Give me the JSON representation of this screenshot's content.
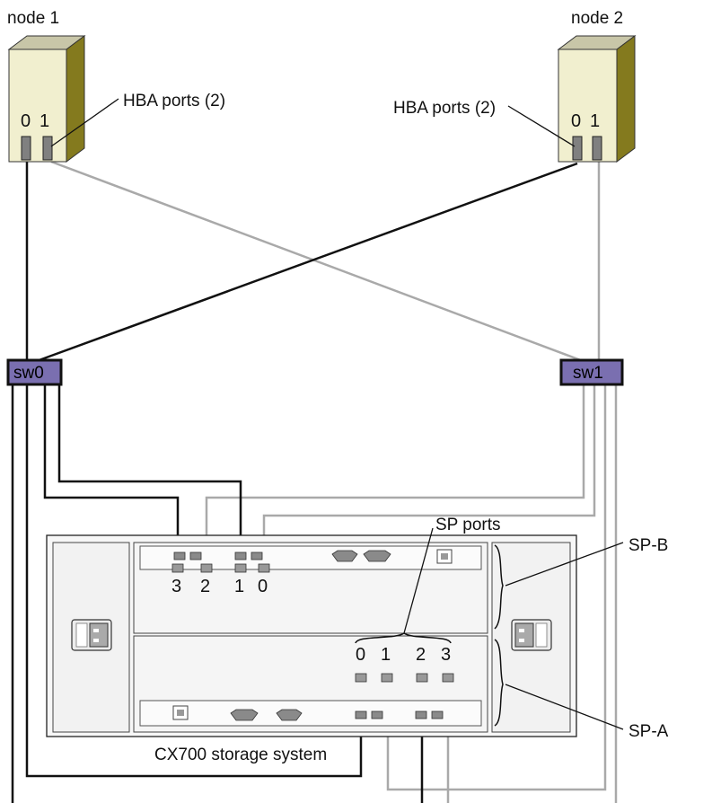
{
  "labels": {
    "node1": "node 1",
    "node2": "node 2",
    "hba1": "HBA ports (2)",
    "hba2": "HBA ports (2)",
    "sw0": "sw0",
    "sw1": "sw1",
    "sp_ports": "SP ports",
    "sp_b": "SP-B",
    "sp_a": "SP-A",
    "system": "CX700 storage system"
  },
  "node1_ports": [
    "0",
    "1"
  ],
  "node2_ports": [
    "0",
    "1"
  ],
  "spb_ports": [
    "3",
    "2",
    "1",
    "0"
  ],
  "spa_ports": [
    "0",
    "1",
    "2",
    "3"
  ],
  "colors": {
    "node_face": "#f1efcf",
    "node_side": "#847a1e",
    "switch_fill": "#7a6fb0",
    "cable_dark": "#111111",
    "cable_light": "#a9a9a9",
    "chassis": "#f6f6f6",
    "port_fill": "#808080"
  }
}
